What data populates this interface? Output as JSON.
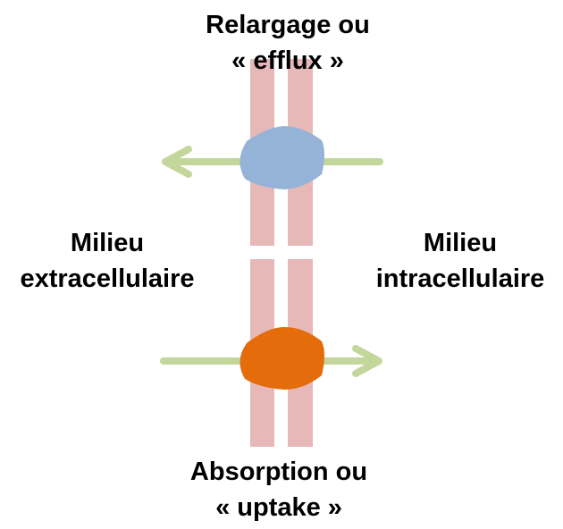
{
  "labels": {
    "top_line1": "Relargage ou",
    "top_line2": "« efflux »",
    "left_line1": "Milieu",
    "left_line2": "extracellulaire",
    "right_line1": "Milieu",
    "right_line2": "intracellulaire",
    "bottom_line1": "Absorption ou",
    "bottom_line2": "« uptake »"
  },
  "colors": {
    "membrane": "#e6b8b7",
    "arrow": "#c3d69b",
    "efflux_transporter": "#95b3d7",
    "uptake_transporter": "#e46c0a"
  }
}
